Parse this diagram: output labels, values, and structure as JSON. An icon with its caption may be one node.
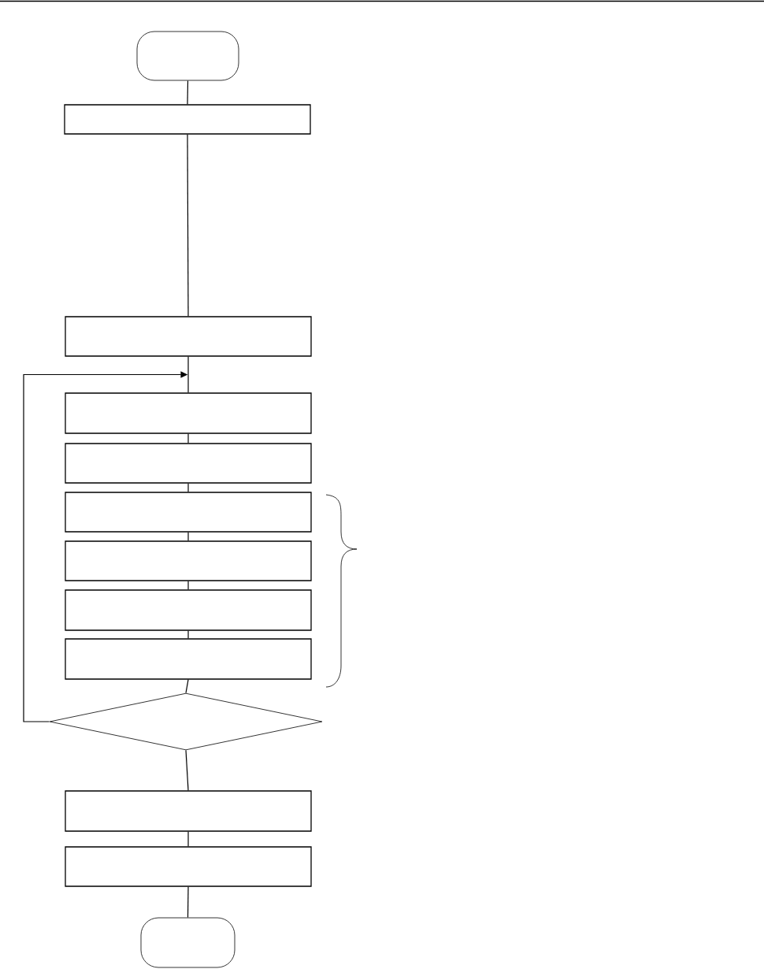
{
  "diagram": {
    "nodes": [
      {
        "text": [],
        "shape": "stadium"
      },
      {
        "text": [],
        "shape": "box"
      },
      {
        "text": [],
        "shape": "box"
      },
      {
        "text": [],
        "shape": "box"
      },
      {
        "text": [],
        "shape": "box"
      },
      {
        "text": [],
        "shape": "box"
      },
      {
        "text": [],
        "shape": "box"
      },
      {
        "text": [],
        "shape": "box"
      },
      {
        "text": [],
        "shape": "box"
      },
      {
        "text": [],
        "shape": "diamond"
      },
      {
        "text": [],
        "shape": "box"
      },
      {
        "text": [],
        "shape": "box"
      },
      {
        "text": [],
        "shape": "stadium"
      }
    ],
    "edges": [
      {
        "from": 0,
        "to": 1,
        "arrow": "none"
      },
      {
        "from": 1,
        "to": 2,
        "arrow": "none"
      },
      {
        "from": 2,
        "to": 3,
        "arrow": "none"
      },
      {
        "from": 3,
        "to": 4,
        "arrow": "none"
      },
      {
        "from": 4,
        "to": 5,
        "arrow": "none"
      },
      {
        "from": 5,
        "to": 6,
        "arrow": "none"
      },
      {
        "from": 6,
        "to": 7,
        "arrow": "none"
      },
      {
        "from": 7,
        "to": 8,
        "arrow": "none"
      },
      {
        "from": 8,
        "to": 9,
        "arrow": "none"
      },
      {
        "from": 9,
        "to": 10,
        "arrow": "none"
      },
      {
        "from": 10,
        "to": 11,
        "arrow": "none"
      },
      {
        "from": 11,
        "to": 12,
        "arrow": "none"
      },
      {
        "from": 9,
        "to": 3,
        "arrow": "to"
      }
    ]
  }
}
